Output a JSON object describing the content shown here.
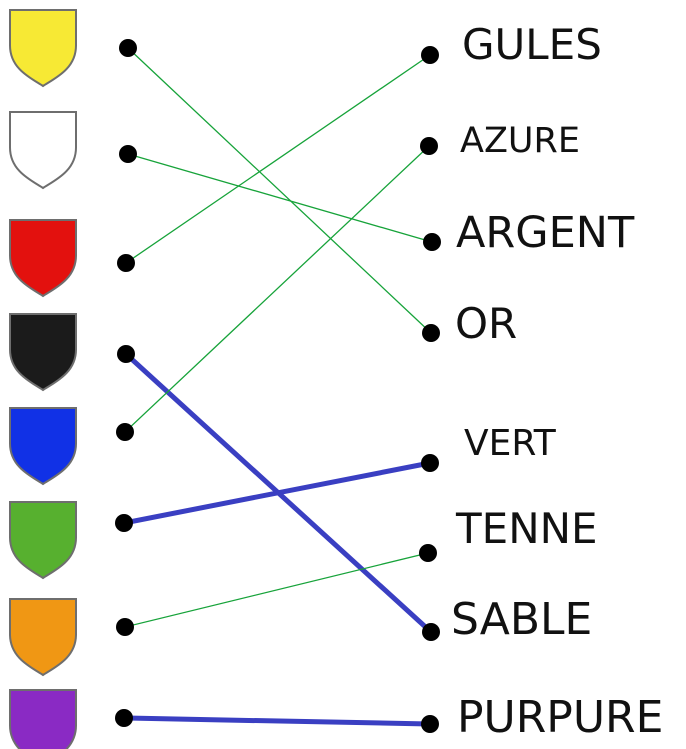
{
  "shields": [
    {
      "color": "#f7e934"
    },
    {
      "color": "#ffffff"
    },
    {
      "color": "#e3110e"
    },
    {
      "color": "#1b1b1b"
    },
    {
      "color": "#1131e6"
    },
    {
      "color": "#57b02f"
    },
    {
      "color": "#f09714"
    },
    {
      "color": "#8a2ac4"
    }
  ],
  "tinctures": [
    {
      "label": "GULES"
    },
    {
      "label": "AZURE"
    },
    {
      "label": "ARGENT"
    },
    {
      "label": "OR"
    },
    {
      "label": "VERT"
    },
    {
      "label": "TENNE"
    },
    {
      "label": "SABLE"
    },
    {
      "label": "PURPURE"
    }
  ],
  "connections": [
    {
      "from_shield": 0,
      "to_tincture": 3,
      "style": "thin"
    },
    {
      "from_shield": 1,
      "to_tincture": 2,
      "style": "thin"
    },
    {
      "from_shield": 2,
      "to_tincture": 0,
      "style": "thin"
    },
    {
      "from_shield": 3,
      "to_tincture": 6,
      "style": "thick"
    },
    {
      "from_shield": 4,
      "to_tincture": 1,
      "style": "thin"
    },
    {
      "from_shield": 5,
      "to_tincture": 4,
      "style": "thick"
    },
    {
      "from_shield": 6,
      "to_tincture": 5,
      "style": "thin"
    },
    {
      "from_shield": 7,
      "to_tincture": 7,
      "style": "thick"
    }
  ],
  "line_colors": {
    "thin": "#17a33a",
    "thick": "#3a3fc2"
  }
}
